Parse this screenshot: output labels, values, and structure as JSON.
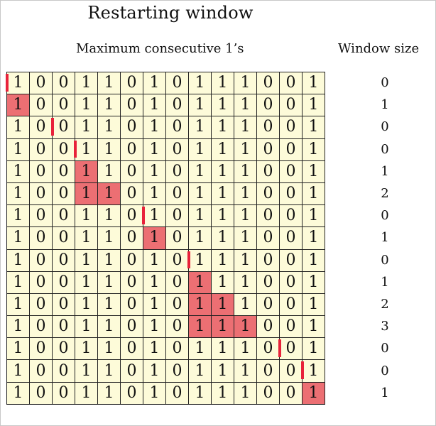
{
  "title": "Restarting window",
  "header_left": "Maximum consecutive 1’s",
  "header_right": "Window size",
  "sequence": [
    "1",
    "0",
    "0",
    "1",
    "1",
    "0",
    "1",
    "0",
    "1",
    "1",
    "1",
    "0",
    "0",
    "1"
  ],
  "colors": {
    "cell_bg": "#fdfbd9",
    "highlight": "#ec6f73",
    "marker": "#e8223a",
    "border": "#222222"
  },
  "rows": [
    {
      "window": [
        0,
        0
      ],
      "marker": 0,
      "size": "0"
    },
    {
      "window": [
        0,
        1
      ],
      "marker": null,
      "size": "1"
    },
    {
      "window": [
        2,
        2
      ],
      "marker": 2,
      "size": "0"
    },
    {
      "window": [
        3,
        3
      ],
      "marker": 3,
      "size": "0"
    },
    {
      "window": [
        3,
        4
      ],
      "marker": null,
      "size": "1"
    },
    {
      "window": [
        3,
        5
      ],
      "marker": null,
      "size": "2"
    },
    {
      "window": [
        6,
        6
      ],
      "marker": 6,
      "size": "0"
    },
    {
      "window": [
        6,
        7
      ],
      "marker": null,
      "size": "1"
    },
    {
      "window": [
        8,
        8
      ],
      "marker": 8,
      "size": "0"
    },
    {
      "window": [
        8,
        9
      ],
      "marker": null,
      "size": "1"
    },
    {
      "window": [
        8,
        10
      ],
      "marker": null,
      "size": "2"
    },
    {
      "window": [
        8,
        11
      ],
      "marker": null,
      "size": "3"
    },
    {
      "window": [
        12,
        12
      ],
      "marker": 12,
      "size": "0"
    },
    {
      "window": [
        13,
        13
      ],
      "marker": 13,
      "size": "0"
    },
    {
      "window": [
        13,
        14
      ],
      "marker": null,
      "size": "1"
    }
  ]
}
